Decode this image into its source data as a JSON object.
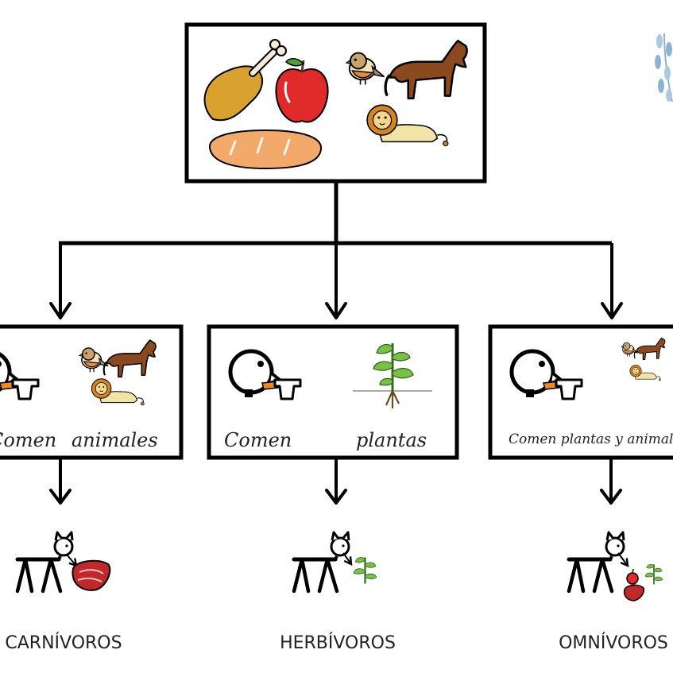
{
  "boxes": {
    "carnivore": {
      "verb": "Comen",
      "object": "animales"
    },
    "herbivore": {
      "verb": "Comen",
      "object": "plantas"
    },
    "omnivore": {
      "caption": "Comen plantas y animales"
    }
  },
  "categories": {
    "carnivore": "CARNÍVOROS",
    "herbivore": "HERBÍVOROS",
    "omnivore": "OMNÍVOROS"
  },
  "colors": {
    "line": "#000000",
    "box_border": "#000000",
    "meat_red": "#c0282a",
    "leaf_green": "#6fb53a",
    "apple_red": "#e02a2a",
    "drumstick": "#d9a22e",
    "bread": "#f2a96a",
    "horse": "#8a4a1e",
    "lion": "#e9d27c",
    "carrot": "#f08a1c",
    "watermark": "#7aa6cc"
  },
  "icons": [
    "drumstick-icon",
    "apple-icon",
    "bread-icon",
    "bird-icon",
    "horse-icon",
    "lion-icon",
    "eating-face-icon",
    "plant-icon",
    "cat-icon",
    "meat-icon",
    "watermark-leaf-icon"
  ]
}
